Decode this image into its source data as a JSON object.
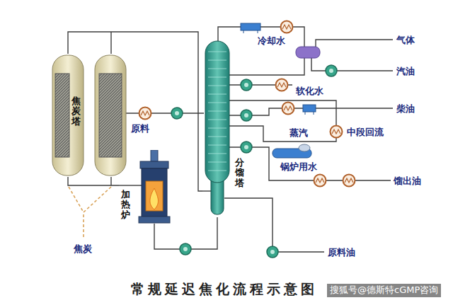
{
  "diagram": {
    "title": "常规延迟焦化流程示意图",
    "nodes": [
      {
        "text": [
          "焦炭塔"
        ]
      },
      {
        "text": [
          "加热炉"
        ]
      },
      {
        "text": [
          "分馏塔"
        ]
      }
    ],
    "edges": [
      {
        "from": 1,
        "to": 0,
        "arrow": "none"
      },
      {
        "from": 0,
        "to": 2,
        "arrow": "none"
      },
      {
        "from": 2,
        "to": 1,
        "arrow": "none"
      }
    ],
    "labels": [
      "焦炭",
      "原料",
      "冷却水",
      "软化水",
      "气体",
      "汽油",
      "柴油",
      "蒸汽",
      "中段回流",
      "锅炉用水",
      "馏出油",
      "原料油",
      "搜狐号@德斯特cGMP咨询"
    ]
  }
}
